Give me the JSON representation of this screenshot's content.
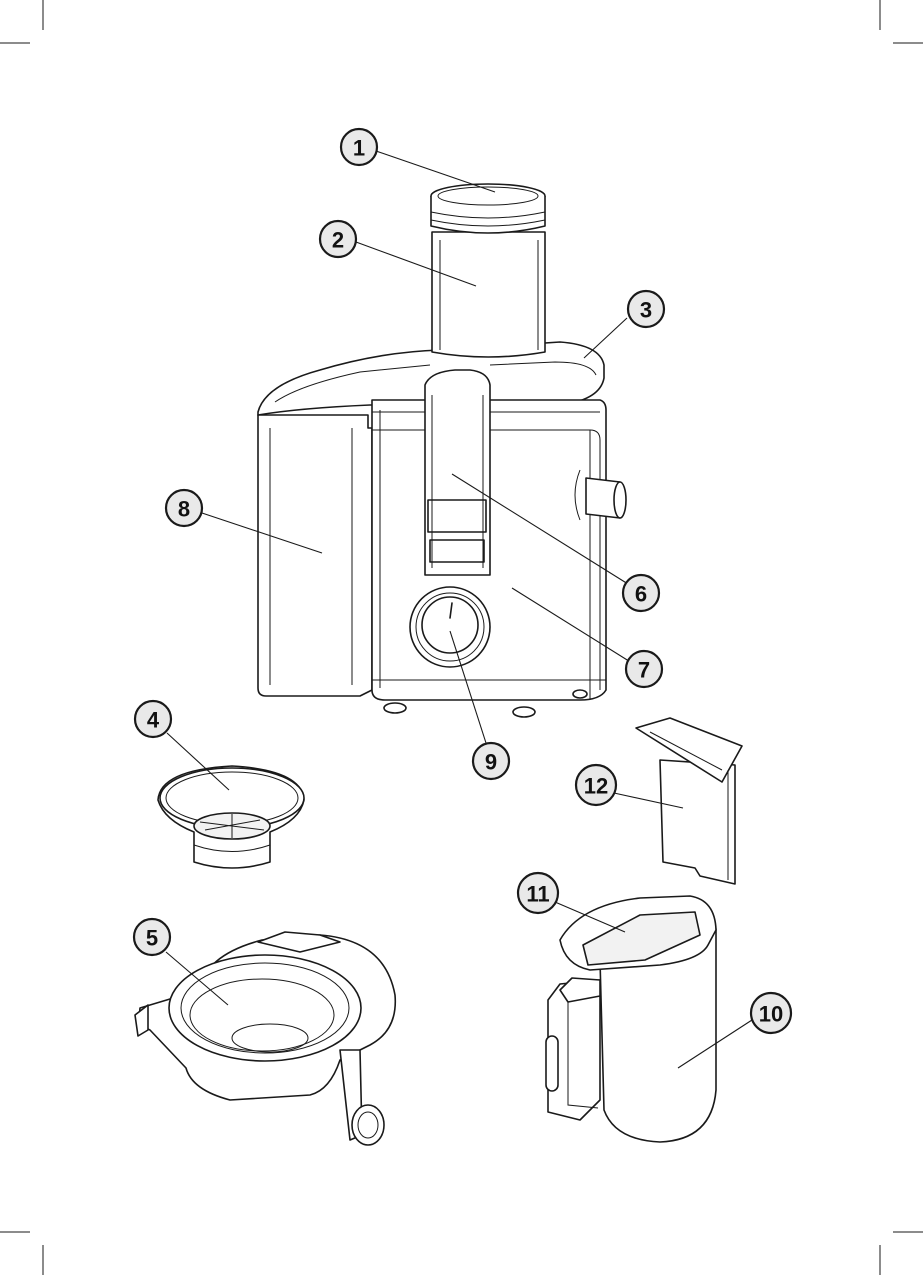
{
  "diagram": {
    "callouts": [
      {
        "id": "c1",
        "label": "1"
      },
      {
        "id": "c2",
        "label": "2"
      },
      {
        "id": "c3",
        "label": "3"
      },
      {
        "id": "c4",
        "label": "4"
      },
      {
        "id": "c5",
        "label": "5"
      },
      {
        "id": "c6",
        "label": "6"
      },
      {
        "id": "c7",
        "label": "7"
      },
      {
        "id": "c8",
        "label": "8"
      },
      {
        "id": "c9",
        "label": "9"
      },
      {
        "id": "c10",
        "label": "10"
      },
      {
        "id": "c11",
        "label": "11"
      },
      {
        "id": "c12",
        "label": "12"
      }
    ]
  },
  "colors": {
    "line": "#1a1a1a",
    "badge_fill": "#e9e9e9",
    "background": "#ffffff"
  }
}
